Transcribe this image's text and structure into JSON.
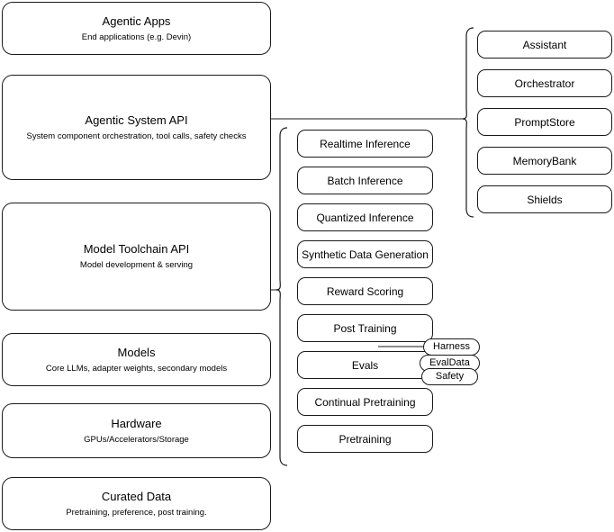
{
  "diagram": {
    "title": "Agentic stack layer diagram",
    "stroke_color": "#1a1a1a",
    "background_color": "#ffffff",
    "layers": [
      {
        "title": "Agentic Apps",
        "subtitle": "End applications (e.g. Devin)"
      },
      {
        "title": "Agentic System API",
        "subtitle": "System component orchestration, tool calls, safety checks"
      },
      {
        "title": "Model Toolchain API",
        "subtitle": "Model development & serving"
      },
      {
        "title": "Models",
        "subtitle": "Core LLMs, adapter weights, secondary models"
      },
      {
        "title": "Hardware",
        "subtitle": "GPUs/Accelerators/Storage"
      },
      {
        "title": "Curated Data",
        "subtitle": "Pretraining, preference, post training."
      }
    ],
    "toolchain_items": [
      {
        "label": "Realtime Inference"
      },
      {
        "label": "Batch Inference"
      },
      {
        "label": "Quantized Inference"
      },
      {
        "label": "Synthetic Data Generation"
      },
      {
        "label": "Reward Scoring"
      },
      {
        "label": "Post Training"
      },
      {
        "label": "Evals"
      },
      {
        "label": "Continual Pretraining"
      },
      {
        "label": "Pretraining"
      }
    ],
    "system_items": [
      {
        "label": "Assistant"
      },
      {
        "label": "Orchestrator"
      },
      {
        "label": "PromptStore"
      },
      {
        "label": "MemoryBank"
      },
      {
        "label": "Shields"
      }
    ],
    "eval_subitems": [
      {
        "label": "Harness"
      },
      {
        "label": "EvalData"
      },
      {
        "label": "Safety"
      }
    ]
  }
}
